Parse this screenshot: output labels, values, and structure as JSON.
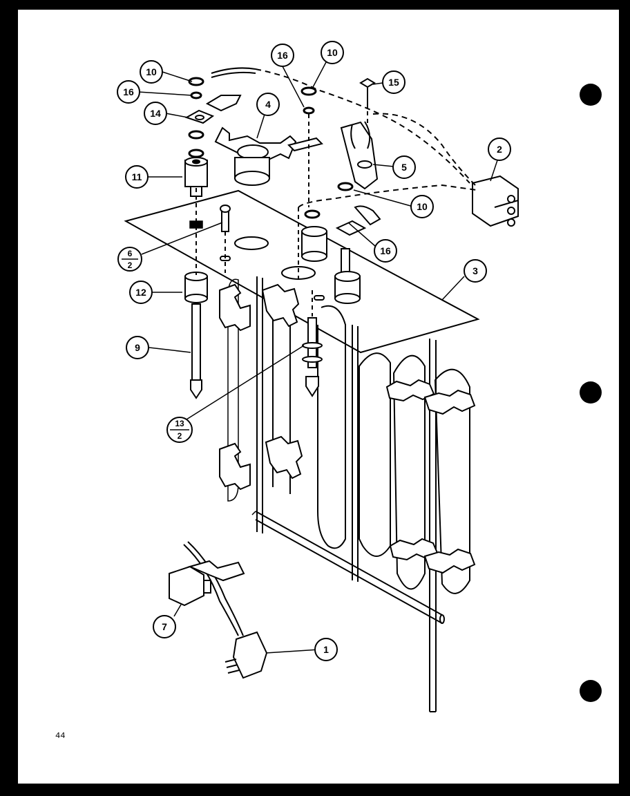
{
  "page_number": "44",
  "callouts": [
    {
      "id": "c1",
      "label": "1"
    },
    {
      "id": "c2",
      "label": "2"
    },
    {
      "id": "c3",
      "label": "3"
    },
    {
      "id": "c4",
      "label": "4"
    },
    {
      "id": "c5",
      "label": "5"
    },
    {
      "id": "c6",
      "numerator": "6",
      "denominator": "2"
    },
    {
      "id": "c7",
      "label": "7"
    },
    {
      "id": "c9",
      "label": "9"
    },
    {
      "id": "c10a",
      "label": "10"
    },
    {
      "id": "c10b",
      "label": "10"
    },
    {
      "id": "c10c",
      "label": "10"
    },
    {
      "id": "c11",
      "label": "11"
    },
    {
      "id": "c12",
      "label": "12"
    },
    {
      "id": "c13",
      "numerator": "13",
      "denominator": "2"
    },
    {
      "id": "c14",
      "label": "14"
    },
    {
      "id": "c15",
      "label": "15"
    },
    {
      "id": "c16a",
      "label": "16"
    },
    {
      "id": "c16b",
      "label": "16"
    },
    {
      "id": "c16c",
      "label": "16"
    }
  ],
  "colors": {
    "ink": "#000000",
    "paper": "#ffffff",
    "background": "#000000"
  }
}
